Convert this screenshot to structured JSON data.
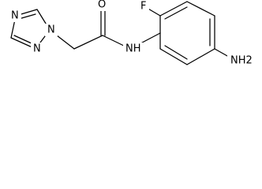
{
  "molecule": {
    "atoms": {
      "triazole_n_top": "N",
      "triazole_n_bottom": "N",
      "triazole_n1": "N",
      "carbonyl_o": "O",
      "amide_nh": "NH",
      "fluorine": "F",
      "amine": "NH2"
    }
  }
}
